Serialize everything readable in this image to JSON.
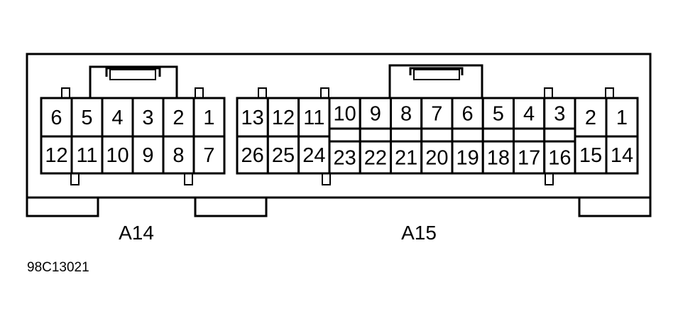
{
  "a14": {
    "label": "A14",
    "top_row": [
      "6",
      "5",
      "4",
      "3",
      "2",
      "1"
    ],
    "bottom_row": [
      "12",
      "11",
      "10",
      "9",
      "8",
      "7"
    ]
  },
  "a15": {
    "label": "A15",
    "left_top": [
      "13",
      "12",
      "11"
    ],
    "left_bottom": [
      "26",
      "25",
      "24"
    ],
    "mid_top": [
      "10",
      "9",
      "8",
      "7",
      "6",
      "5",
      "4",
      "3"
    ],
    "mid_bottom": [
      "23",
      "22",
      "21",
      "20",
      "19",
      "18",
      "17",
      "16"
    ],
    "right_top": [
      "2",
      "1"
    ],
    "right_bottom": [
      "15",
      "14"
    ]
  },
  "figure_id": "98C13021"
}
